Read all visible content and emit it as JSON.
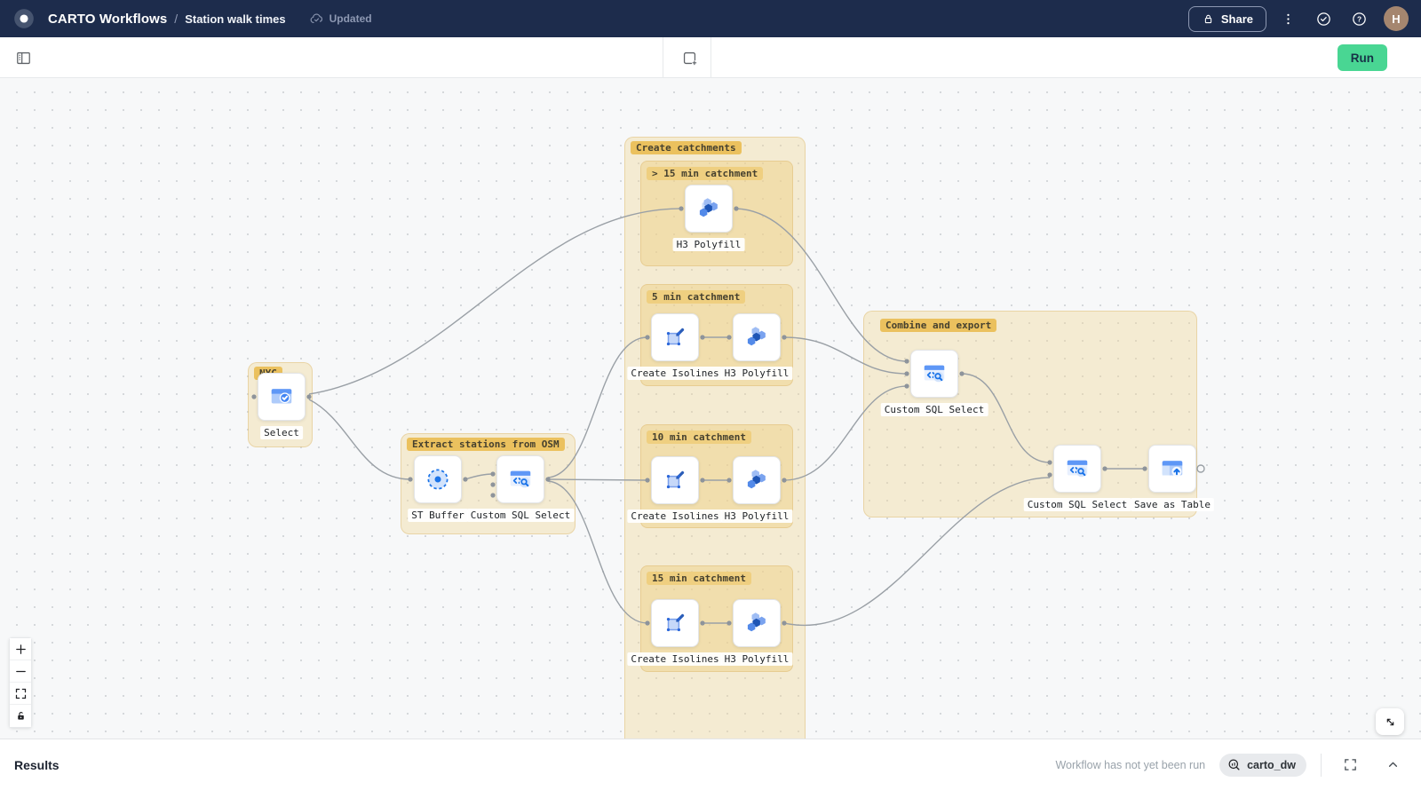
{
  "header": {
    "app_title": "CARTO Workflows",
    "separator": "/",
    "workflow_name": "Station walk times",
    "status_label": "Updated",
    "share_label": "Share",
    "avatar_initial": "H"
  },
  "toolbar": {
    "run_label": "Run"
  },
  "canvas": {
    "groups": [
      {
        "label": "NYC"
      },
      {
        "label": "Extract stations from OSM"
      },
      {
        "label": "Create catchments"
      },
      {
        "label": "> 15 min catchment"
      },
      {
        "label": "5 min catchment"
      },
      {
        "label": "10 min catchment"
      },
      {
        "label": "15 min catchment"
      },
      {
        "label": "Combine and export"
      }
    ],
    "nodes": [
      {
        "type": "select",
        "label": "Select"
      },
      {
        "type": "st-buffer",
        "label": "ST Buffer"
      },
      {
        "type": "custom-sql-select",
        "label": "Custom SQL Select"
      },
      {
        "type": "h3-polyfill",
        "label": "H3 Polyfill"
      },
      {
        "type": "create-isolines",
        "label": "Create Isolines"
      },
      {
        "type": "h3-polyfill",
        "label": "H3 Polyfill"
      },
      {
        "type": "create-isolines",
        "label": "Create Isolines"
      },
      {
        "type": "h3-polyfill",
        "label": "H3 Polyfill"
      },
      {
        "type": "create-isolines",
        "label": "Create Isolines"
      },
      {
        "type": "h3-polyfill",
        "label": "H3 Polyfill"
      },
      {
        "type": "custom-sql-select",
        "label": "Custom SQL Select"
      },
      {
        "type": "custom-sql-select",
        "label": "Custom SQL Select"
      },
      {
        "type": "save-as-table",
        "label": "Save as Table"
      }
    ]
  },
  "results_bar": {
    "title": "Results",
    "status_message": "Workflow has not yet been run",
    "connection_label": "carto_dw"
  },
  "colors": {
    "header_bg": "#1d2c4c",
    "run_button_bg": "#49d693",
    "canvas_bg": "#f7f8f9",
    "group_fill": "#f2dca8",
    "group_chip": "#ebc15e",
    "edge_gray": "#9aa0a6",
    "node_blue": "#1a73e8",
    "avatar_bg": "#a5866f"
  }
}
